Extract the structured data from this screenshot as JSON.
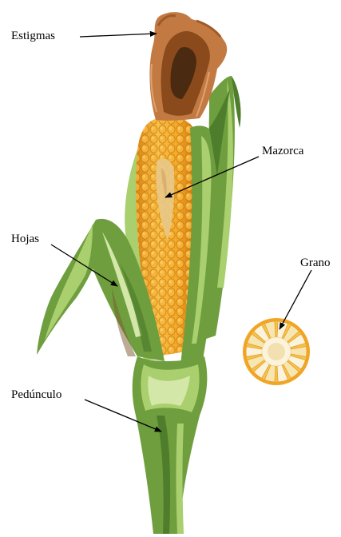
{
  "labels": {
    "estigmas": "Estigmas",
    "mazorca": "Mazorca",
    "hojas": "Hojas",
    "grano": "Grano",
    "pedunculo": "Pedúnculo"
  },
  "colors": {
    "leaf_dark": "#4e7d2c",
    "leaf_mid": "#6f9e3e",
    "leaf_light": "#a9cf6e",
    "leaf_pale": "#d3e8a8",
    "kernel": "#f2a524",
    "kernel_light": "#f7c24a",
    "kernel_dark": "#d98210",
    "silk": "#8a4a1c",
    "silk_light": "#c27a42",
    "silk_dark": "#4a2a10",
    "seed_white": "#fbf3dc"
  }
}
